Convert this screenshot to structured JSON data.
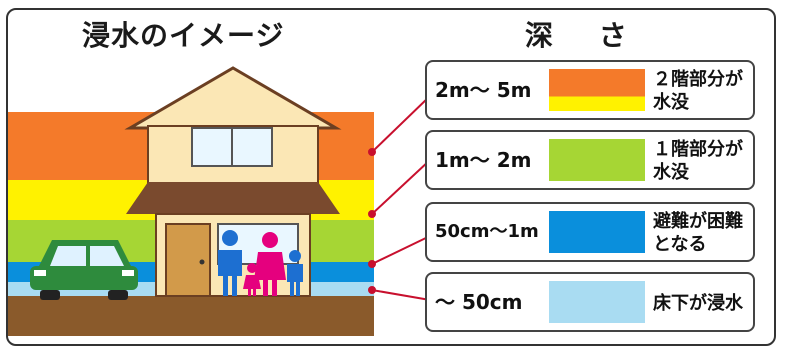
{
  "titles": {
    "image": "浸水のイメージ",
    "depth": "深 さ"
  },
  "colors": {
    "level_5m": "#f47a2a",
    "level_2m_yellow": "#fff200",
    "level_2m": "#a6d634",
    "level_1m": "#0a8fdc",
    "level_50cm": "#a9dcf2",
    "ground": "#8a5a2b",
    "house_wall": "#fbe7b5",
    "roof": "#7a4a2e",
    "car": "#2e8b3d",
    "leader_line": "#c8102e",
    "person_blue": "#1d6fd1",
    "person_pink": "#e5007e"
  },
  "legend": [
    {
      "range": "2m〜 5m",
      "line1": "２階部分が",
      "line2": "水没"
    },
    {
      "range": "1m〜 2m",
      "line1": "１階部分が",
      "line2": "水没"
    },
    {
      "range": "50cm〜1m",
      "line1": "避難が困難",
      "line2": "となる"
    },
    {
      "range": "〜 50cm",
      "line1": "床下が浸水",
      "line2": ""
    }
  ],
  "icons": {
    "house": "house-icon",
    "car": "car-icon",
    "people": "family-icon"
  }
}
